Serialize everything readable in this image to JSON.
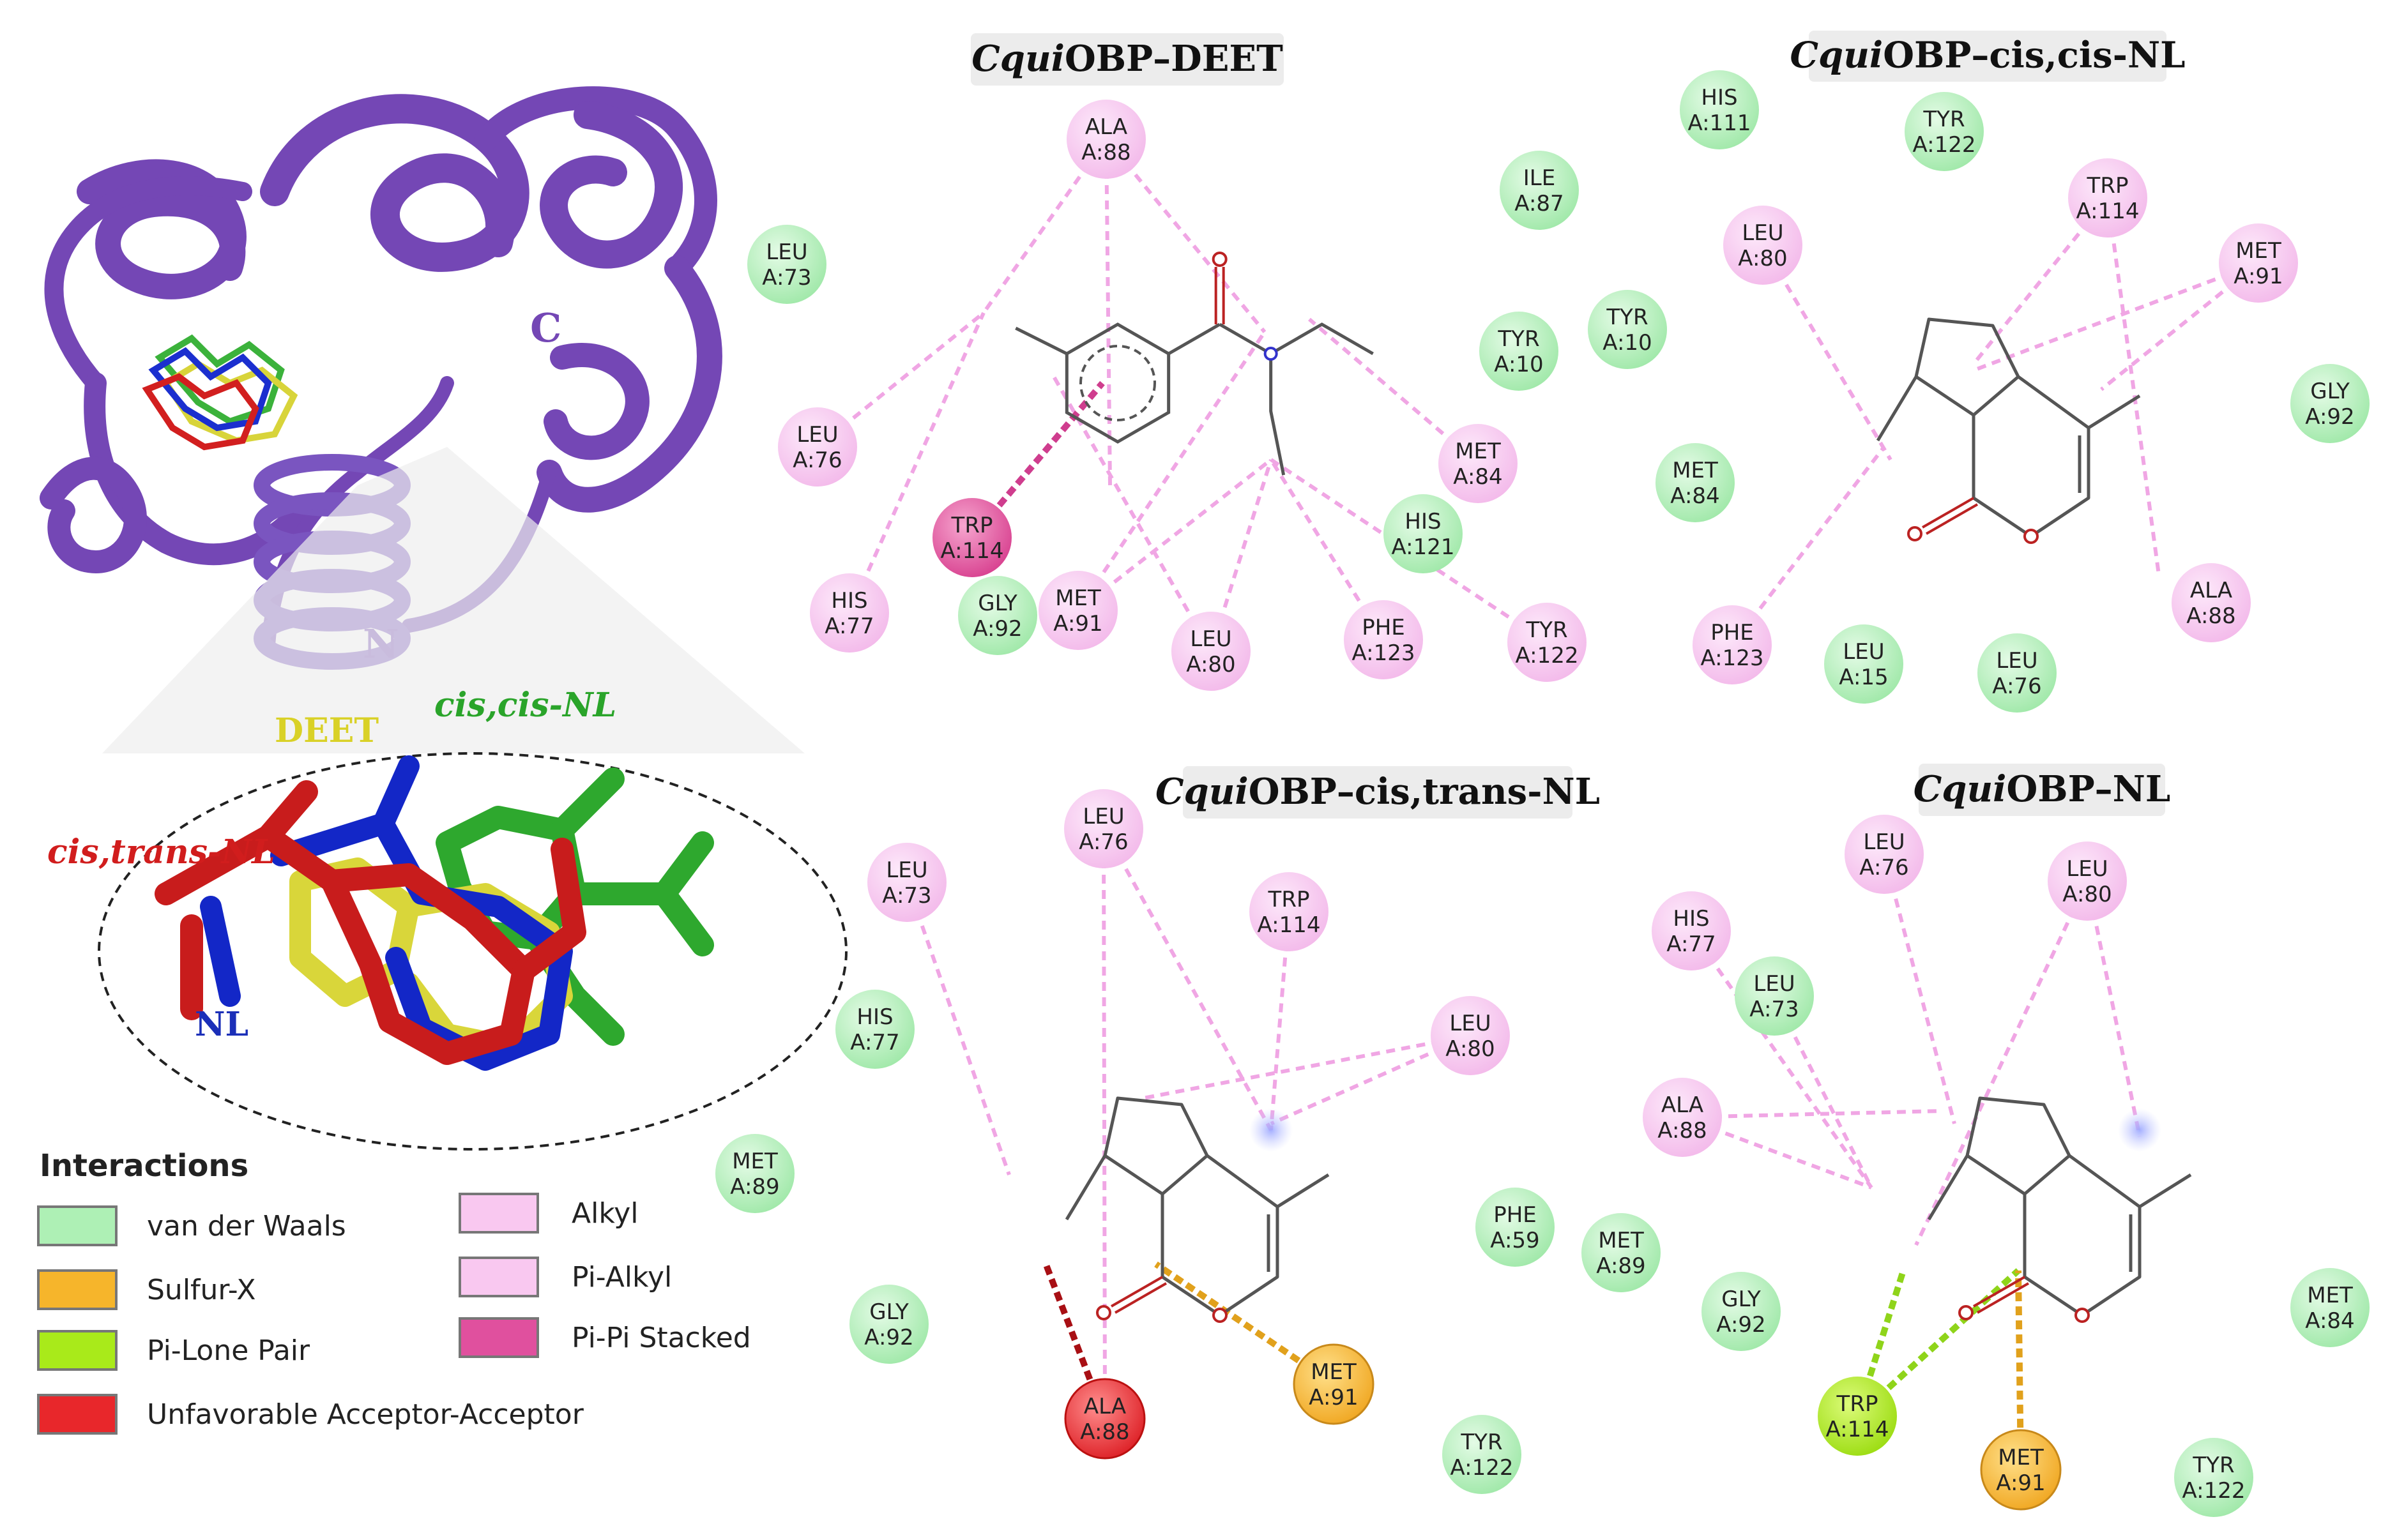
{
  "colors": {
    "vdw": "#aef0b5",
    "alkyl": "#f9c8f0",
    "pi_pi": "#e0509e",
    "unfavorable": "#e8272b",
    "sulfur": "#f6b52b",
    "pi_lone_pair": "#a9ea1a",
    "protein": "#7447b5"
  },
  "structure": {
    "label_c": "C",
    "label_n": "N",
    "ligands": {
      "deet": "DEET",
      "cis_cis": "cis,cis-NL",
      "cis_trans": "cis,trans-NL",
      "nl": "NL"
    }
  },
  "legend": {
    "title": "Interactions",
    "items": [
      {
        "label": "van der Waals",
        "type": "vdw"
      },
      {
        "label": "Sulfur-X",
        "type": "sulfur"
      },
      {
        "label": "Pi-Lone Pair",
        "type": "pi_lone_pair"
      },
      {
        "label": "Unfavorable Acceptor-Acceptor",
        "type": "unfavorable"
      },
      {
        "label": "Alkyl",
        "type": "alkyl"
      },
      {
        "label": "Pi-Alkyl",
        "type": "alkyl"
      },
      {
        "label": "Pi-Pi Stacked",
        "type": "pi_pi"
      }
    ]
  },
  "panels": [
    {
      "id": "deet",
      "title_italic": "Cqui",
      "title_rest": "OBP–DEET",
      "ligand": "deet",
      "residues": [
        {
          "id": "ala88",
          "name": "ALA",
          "num": "A:88",
          "type": "alkyl"
        },
        {
          "id": "leu73",
          "name": "LEU",
          "num": "A:73",
          "type": "vdw"
        },
        {
          "id": "leu76",
          "name": "LEU",
          "num": "A:76",
          "type": "alkyl"
        },
        {
          "id": "trp114",
          "name": "TRP",
          "num": "A:114",
          "type": "pi_pi"
        },
        {
          "id": "his77",
          "name": "HIS",
          "num": "A:77",
          "type": "alkyl"
        },
        {
          "id": "gly92",
          "name": "GLY",
          "num": "A:92",
          "type": "vdw"
        },
        {
          "id": "met91",
          "name": "MET",
          "num": "A:91",
          "type": "alkyl"
        },
        {
          "id": "leu80",
          "name": "LEU",
          "num": "A:80",
          "type": "alkyl"
        },
        {
          "id": "phe123",
          "name": "PHE",
          "num": "A:123",
          "type": "alkyl"
        },
        {
          "id": "tyr122",
          "name": "TYR",
          "num": "A:122",
          "type": "alkyl"
        },
        {
          "id": "his121",
          "name": "HIS",
          "num": "A:121",
          "type": "vdw"
        },
        {
          "id": "met84",
          "name": "MET",
          "num": "A:84",
          "type": "alkyl"
        },
        {
          "id": "tyr10",
          "name": "TYR",
          "num": "A:10",
          "type": "vdw"
        },
        {
          "id": "ile87",
          "name": "ILE",
          "num": "A:87",
          "type": "vdw"
        }
      ]
    },
    {
      "id": "ciscis",
      "title_italic": "Cqui",
      "title_rest": "OBP–cis,cis-NL",
      "ligand": "nl",
      "residues": [
        {
          "id": "his111",
          "name": "HIS",
          "num": "A:111",
          "type": "vdw"
        },
        {
          "id": "tyr122",
          "name": "TYR",
          "num": "A:122",
          "type": "vdw"
        },
        {
          "id": "trp114",
          "name": "TRP",
          "num": "A:114",
          "type": "alkyl"
        },
        {
          "id": "met91",
          "name": "MET",
          "num": "A:91",
          "type": "alkyl"
        },
        {
          "id": "leu80",
          "name": "LEU",
          "num": "A:80",
          "type": "alkyl"
        },
        {
          "id": "tyr10",
          "name": "TYR",
          "num": "A:10",
          "type": "vdw"
        },
        {
          "id": "gly92",
          "name": "GLY",
          "num": "A:92",
          "type": "vdw"
        },
        {
          "id": "met84",
          "name": "MET",
          "num": "A:84",
          "type": "vdw"
        },
        {
          "id": "ala88",
          "name": "ALA",
          "num": "A:88",
          "type": "alkyl"
        },
        {
          "id": "phe123",
          "name": "PHE",
          "num": "A:123",
          "type": "alkyl"
        },
        {
          "id": "leu15",
          "name": "LEU",
          "num": "A:15",
          "type": "vdw"
        },
        {
          "id": "leu76",
          "name": "LEU",
          "num": "A:76",
          "type": "vdw"
        }
      ]
    },
    {
      "id": "cistrans",
      "title_italic": "Cqui",
      "title_rest": "OBP–cis,trans-NL",
      "ligand": "nl",
      "residues": [
        {
          "id": "leu76",
          "name": "LEU",
          "num": "A:76",
          "type": "alkyl"
        },
        {
          "id": "leu73",
          "name": "LEU",
          "num": "A:73",
          "type": "alkyl"
        },
        {
          "id": "trp114",
          "name": "TRP",
          "num": "A:114",
          "type": "alkyl"
        },
        {
          "id": "leu80",
          "name": "LEU",
          "num": "A:80",
          "type": "alkyl"
        },
        {
          "id": "his77",
          "name": "HIS",
          "num": "A:77",
          "type": "vdw"
        },
        {
          "id": "met89",
          "name": "MET",
          "num": "A:89",
          "type": "vdw"
        },
        {
          "id": "gly92",
          "name": "GLY",
          "num": "A:92",
          "type": "vdw"
        },
        {
          "id": "ala88",
          "name": "ALA",
          "num": "A:88",
          "type": "unfavorable"
        },
        {
          "id": "met91",
          "name": "MET",
          "num": "A:91",
          "type": "sulfur"
        },
        {
          "id": "phe59",
          "name": "PHE",
          "num": "A:59",
          "type": "vdw"
        },
        {
          "id": "tyr122",
          "name": "TYR",
          "num": "A:122",
          "type": "vdw"
        }
      ]
    },
    {
      "id": "nl",
      "title_italic": "Cqui",
      "title_rest": "OBP–NL",
      "ligand": "nl",
      "residues": [
        {
          "id": "leu76",
          "name": "LEU",
          "num": "A:76",
          "type": "alkyl"
        },
        {
          "id": "leu80",
          "name": "LEU",
          "num": "A:80",
          "type": "alkyl"
        },
        {
          "id": "his77",
          "name": "HIS",
          "num": "A:77",
          "type": "alkyl"
        },
        {
          "id": "leu73",
          "name": "LEU",
          "num": "A:73",
          "type": "vdw"
        },
        {
          "id": "ala88",
          "name": "ALA",
          "num": "A:88",
          "type": "alkyl"
        },
        {
          "id": "met89",
          "name": "MET",
          "num": "A:89",
          "type": "vdw"
        },
        {
          "id": "gly92",
          "name": "GLY",
          "num": "A:92",
          "type": "vdw"
        },
        {
          "id": "trp114",
          "name": "TRP",
          "num": "A:114",
          "type": "pi_lone_pair"
        },
        {
          "id": "met91",
          "name": "MET",
          "num": "A:91",
          "type": "sulfur"
        },
        {
          "id": "met84",
          "name": "MET",
          "num": "A:84",
          "type": "vdw"
        },
        {
          "id": "tyr122",
          "name": "TYR",
          "num": "A:122",
          "type": "vdw"
        }
      ]
    }
  ]
}
